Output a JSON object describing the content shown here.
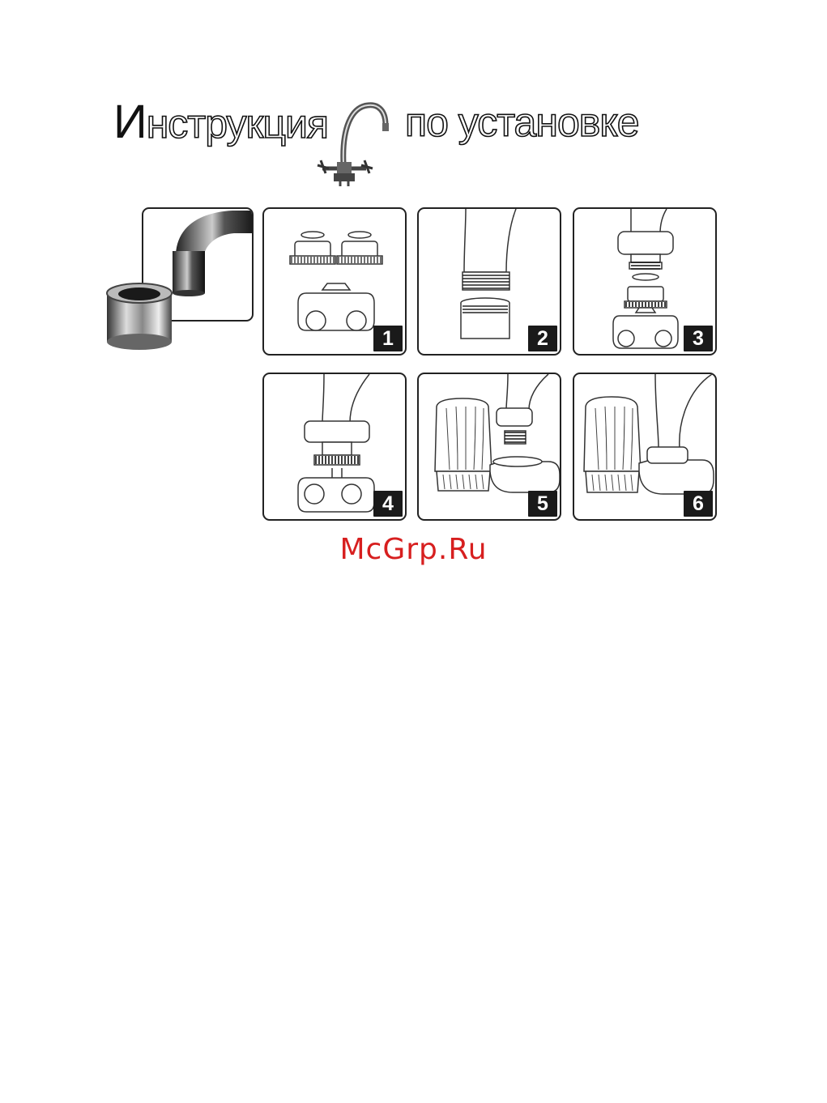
{
  "header": {
    "title_initial": "И",
    "title_left_rest": "нструкция",
    "title_right": "по установке"
  },
  "steps": [
    {
      "number": "1"
    },
    {
      "number": "2"
    },
    {
      "number": "3"
    },
    {
      "number": "4"
    },
    {
      "number": "5"
    },
    {
      "number": "6"
    }
  ],
  "watermark": "McGrp.Ru"
}
